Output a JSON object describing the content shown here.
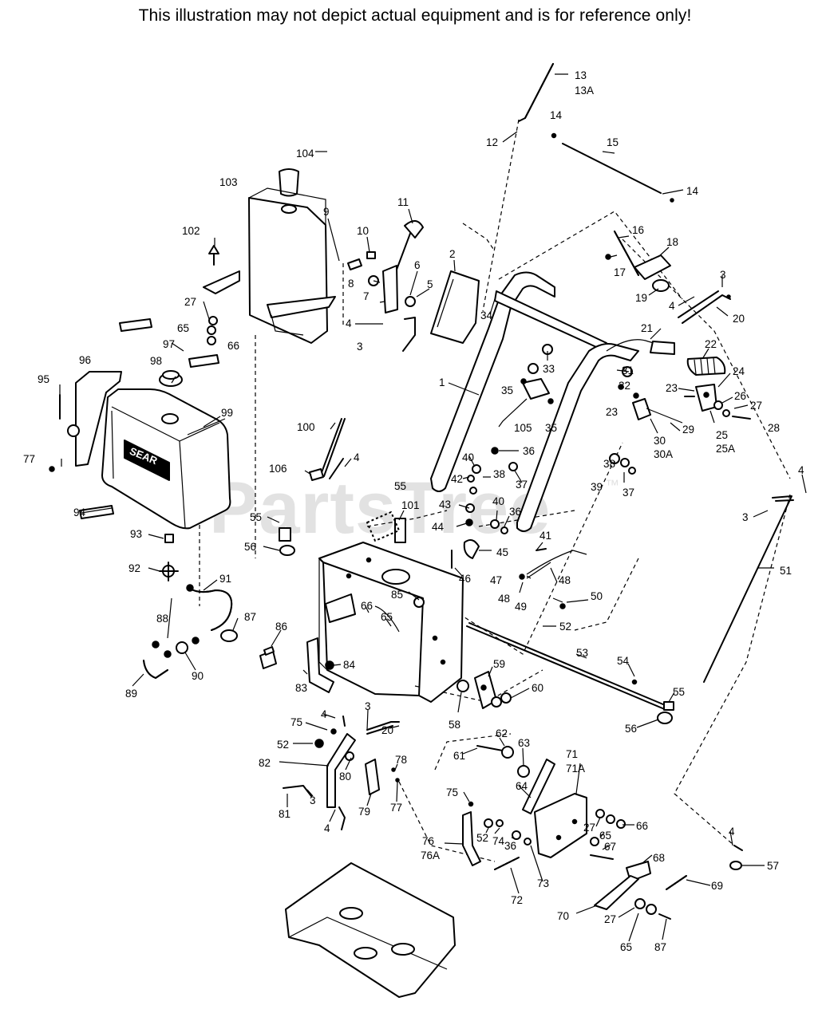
{
  "header": {
    "notice": "This illustration may not depict actual equipment and is for reference only!"
  },
  "watermark": {
    "text": "PartsTree",
    "mark": "™"
  },
  "decals": {
    "tank_label": "SEAR"
  },
  "callouts": [
    {
      "id": "c13",
      "text": "13"
    },
    {
      "id": "c13a",
      "text": "13A"
    },
    {
      "id": "c14a",
      "text": "14"
    },
    {
      "id": "c12",
      "text": "12"
    },
    {
      "id": "c15",
      "text": "15"
    },
    {
      "id": "c14b",
      "text": "14"
    },
    {
      "id": "c104",
      "text": "104"
    },
    {
      "id": "c103",
      "text": "103"
    },
    {
      "id": "c11",
      "text": "11"
    },
    {
      "id": "c9",
      "text": "9"
    },
    {
      "id": "c10",
      "text": "10"
    },
    {
      "id": "c102",
      "text": "102"
    },
    {
      "id": "c16",
      "text": "16"
    },
    {
      "id": "c18",
      "text": "18"
    },
    {
      "id": "c2",
      "text": "2"
    },
    {
      "id": "c6",
      "text": "6"
    },
    {
      "id": "c8",
      "text": "8"
    },
    {
      "id": "c5",
      "text": "5"
    },
    {
      "id": "c17",
      "text": "17"
    },
    {
      "id": "c3a",
      "text": "3"
    },
    {
      "id": "c7",
      "text": "7"
    },
    {
      "id": "c19",
      "text": "19"
    },
    {
      "id": "c4a",
      "text": "4"
    },
    {
      "id": "c20a",
      "text": "20"
    },
    {
      "id": "c27a",
      "text": "27"
    },
    {
      "id": "c65a",
      "text": "65"
    },
    {
      "id": "c66a",
      "text": "66"
    },
    {
      "id": "c34",
      "text": "34"
    },
    {
      "id": "c4b",
      "text": "4"
    },
    {
      "id": "c3b",
      "text": "3"
    },
    {
      "id": "c97",
      "text": "97"
    },
    {
      "id": "c21",
      "text": "21"
    },
    {
      "id": "c22",
      "text": "22"
    },
    {
      "id": "c33",
      "text": "33"
    },
    {
      "id": "c96",
      "text": "96"
    },
    {
      "id": "c98",
      "text": "98"
    },
    {
      "id": "c31",
      "text": "31"
    },
    {
      "id": "c95",
      "text": "95"
    },
    {
      "id": "c1",
      "text": "1"
    },
    {
      "id": "c24",
      "text": "24"
    },
    {
      "id": "c35a",
      "text": "35"
    },
    {
      "id": "c32",
      "text": "32"
    },
    {
      "id": "c23a",
      "text": "23"
    },
    {
      "id": "c26",
      "text": "26"
    },
    {
      "id": "c27b",
      "text": "27"
    },
    {
      "id": "c99",
      "text": "99"
    },
    {
      "id": "c23b",
      "text": "23"
    },
    {
      "id": "c105",
      "text": "105"
    },
    {
      "id": "c35b",
      "text": "35"
    },
    {
      "id": "c28",
      "text": "28"
    },
    {
      "id": "c29",
      "text": "29"
    },
    {
      "id": "c25",
      "text": "25"
    },
    {
      "id": "c25a",
      "text": "25A"
    },
    {
      "id": "c30",
      "text": "30"
    },
    {
      "id": "c30a",
      "text": "30A"
    },
    {
      "id": "c100",
      "text": "100"
    },
    {
      "id": "c77a",
      "text": "77"
    },
    {
      "id": "c36a",
      "text": "36"
    },
    {
      "id": "c4c",
      "text": "4"
    },
    {
      "id": "c40a",
      "text": "40"
    },
    {
      "id": "c38a",
      "text": "38"
    },
    {
      "id": "c106",
      "text": "106"
    },
    {
      "id": "c38b",
      "text": "38"
    },
    {
      "id": "c42",
      "text": "42"
    },
    {
      "id": "c37a",
      "text": "37"
    },
    {
      "id": "c39",
      "text": "39"
    },
    {
      "id": "c37b",
      "text": "37"
    },
    {
      "id": "c4d",
      "text": "4"
    },
    {
      "id": "c55a",
      "text": "55"
    },
    {
      "id": "c101",
      "text": "101"
    },
    {
      "id": "c43",
      "text": "43"
    },
    {
      "id": "c40b",
      "text": "40"
    },
    {
      "id": "c36b",
      "text": "36"
    },
    {
      "id": "c94",
      "text": "94"
    },
    {
      "id": "c3c",
      "text": "3"
    },
    {
      "id": "c55b",
      "text": "55"
    },
    {
      "id": "c44",
      "text": "44"
    },
    {
      "id": "c56a",
      "text": "56"
    },
    {
      "id": "c41",
      "text": "41"
    },
    {
      "id": "c93",
      "text": "93"
    },
    {
      "id": "c45",
      "text": "45"
    },
    {
      "id": "c51",
      "text": "51"
    },
    {
      "id": "c92",
      "text": "92"
    },
    {
      "id": "c46",
      "text": "46"
    },
    {
      "id": "c47",
      "text": "47"
    },
    {
      "id": "c48a",
      "text": "48"
    },
    {
      "id": "c91",
      "text": "91"
    },
    {
      "id": "c48b",
      "text": "48"
    },
    {
      "id": "c85",
      "text": "85"
    },
    {
      "id": "c49",
      "text": "49"
    },
    {
      "id": "c50",
      "text": "50"
    },
    {
      "id": "c66b",
      "text": "66"
    },
    {
      "id": "c65b",
      "text": "65"
    },
    {
      "id": "c88",
      "text": "88"
    },
    {
      "id": "c87a",
      "text": "87"
    },
    {
      "id": "c52a",
      "text": "52"
    },
    {
      "id": "c86",
      "text": "86"
    },
    {
      "id": "c84",
      "text": "84"
    },
    {
      "id": "c53",
      "text": "53"
    },
    {
      "id": "c54",
      "text": "54"
    },
    {
      "id": "c59",
      "text": "59"
    },
    {
      "id": "c90",
      "text": "90"
    },
    {
      "id": "c89",
      "text": "89"
    },
    {
      "id": "c83",
      "text": "83"
    },
    {
      "id": "c60",
      "text": "60"
    },
    {
      "id": "c55c",
      "text": "55"
    },
    {
      "id": "c58",
      "text": "58"
    },
    {
      "id": "c56b",
      "text": "56"
    },
    {
      "id": "c3d",
      "text": "3"
    },
    {
      "id": "c4e",
      "text": "4"
    },
    {
      "id": "c75a",
      "text": "75"
    },
    {
      "id": "c20b",
      "text": "20"
    },
    {
      "id": "c52b",
      "text": "52"
    },
    {
      "id": "c62",
      "text": "62"
    },
    {
      "id": "c63",
      "text": "63"
    },
    {
      "id": "c71",
      "text": "71"
    },
    {
      "id": "c71a",
      "text": "71A"
    },
    {
      "id": "c61",
      "text": "61"
    },
    {
      "id": "c78",
      "text": "78"
    },
    {
      "id": "c82",
      "text": "82"
    },
    {
      "id": "c80",
      "text": "80"
    },
    {
      "id": "c77b",
      "text": "77"
    },
    {
      "id": "c64",
      "text": "64"
    },
    {
      "id": "c3e",
      "text": "3"
    },
    {
      "id": "c79",
      "text": "79"
    },
    {
      "id": "c81",
      "text": "81"
    },
    {
      "id": "c75b",
      "text": "75"
    },
    {
      "id": "c4f",
      "text": "4"
    },
    {
      "id": "c27c",
      "text": "27"
    },
    {
      "id": "c66c",
      "text": "66"
    },
    {
      "id": "c65c",
      "text": "65"
    },
    {
      "id": "c52c",
      "text": "52"
    },
    {
      "id": "c74",
      "text": "74"
    },
    {
      "id": "c36c",
      "text": "36"
    },
    {
      "id": "c76",
      "text": "76"
    },
    {
      "id": "c76a",
      "text": "76A"
    },
    {
      "id": "c67",
      "text": "67"
    },
    {
      "id": "c4g",
      "text": "4"
    },
    {
      "id": "c68",
      "text": "68"
    },
    {
      "id": "c57",
      "text": "57"
    },
    {
      "id": "c73",
      "text": "73"
    },
    {
      "id": "c72",
      "text": "72"
    },
    {
      "id": "c69",
      "text": "69"
    },
    {
      "id": "c70",
      "text": "70"
    },
    {
      "id": "c27d",
      "text": "27"
    },
    {
      "id": "c65d",
      "text": "65"
    },
    {
      "id": "c87b",
      "text": "87"
    }
  ]
}
